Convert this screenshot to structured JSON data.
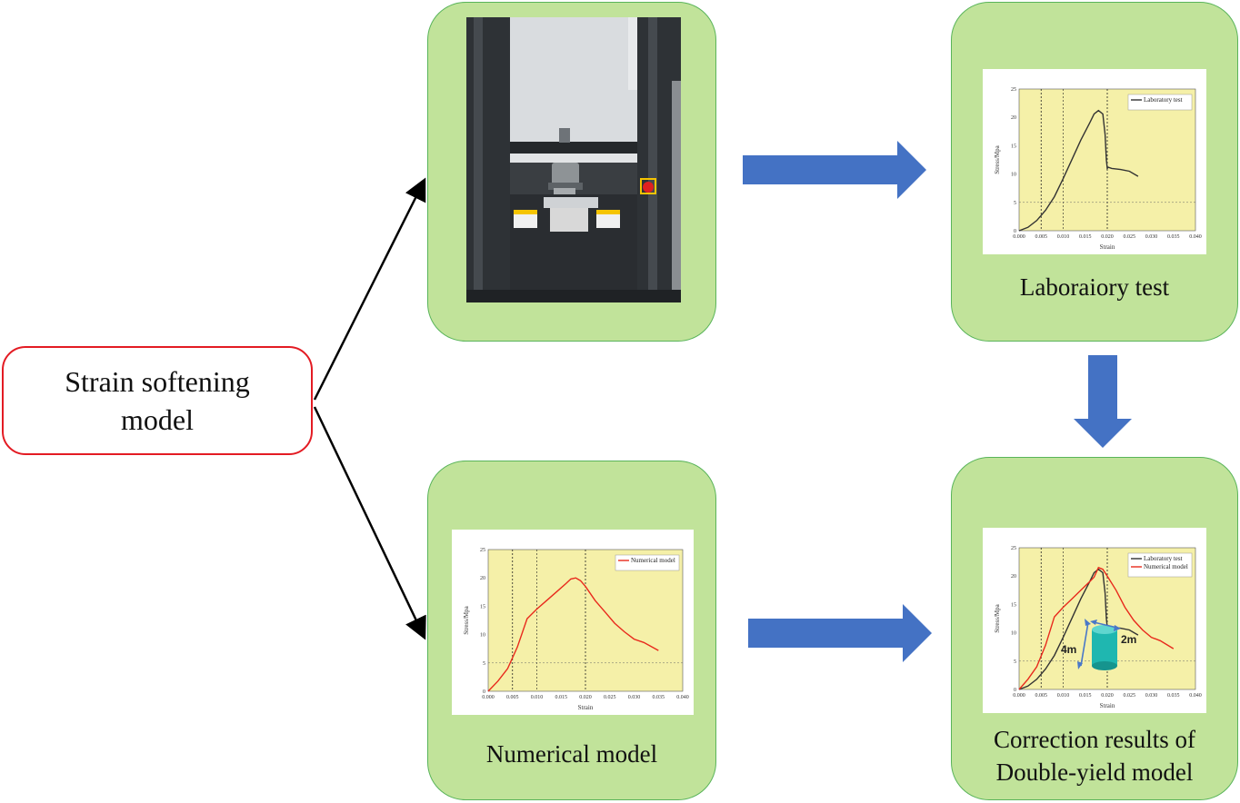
{
  "start_node": {
    "line1": "Strain softening",
    "line2": "model"
  },
  "cards": {
    "lab_test": {
      "label": "Laboraiory test"
    },
    "numerical": {
      "label": "Numerical model"
    },
    "correction": {
      "label_line1": "Correction results of",
      "label_line2": "Double-yield model"
    }
  },
  "colors": {
    "arrow_blue": "#4472c4",
    "card_fill": "#c1e39a",
    "card_border": "#59b45a",
    "start_border": "#e31b23",
    "plot_bg": "#f5f0a8",
    "lab_series": "#333333",
    "num_series": "#e8291c",
    "cylinder": "#1fb7b0",
    "dim_arrow": "#4a78c8"
  },
  "photo": {
    "labels": [
      "warning-label",
      "instruction-plate",
      "warning-label"
    ]
  },
  "chart_data": [
    {
      "type": "line",
      "id": "lab",
      "xlabel": "Strain",
      "ylabel": "Stress/Mpa",
      "xlim": [
        0,
        0.04
      ],
      "ylim": [
        0,
        25
      ],
      "xticks": [
        "0.000",
        "0.005",
        "0.010",
        "0.015",
        "0.020",
        "0.025",
        "0.030",
        "0.035",
        "0.040"
      ],
      "yticks": [
        "0",
        "5",
        "10",
        "15",
        "20",
        "25"
      ],
      "legend_position": "top-right",
      "series": [
        {
          "name": "Laboratory test",
          "color": "#333333",
          "x": [
            0,
            0.002,
            0.004,
            0.006,
            0.008,
            0.01,
            0.012,
            0.014,
            0.016,
            0.017,
            0.018,
            0.019,
            0.0195,
            0.0198,
            0.02,
            0.0202,
            0.021,
            0.023,
            0.025,
            0.027
          ],
          "y": [
            0,
            0.6,
            1.8,
            3.6,
            6.0,
            9.2,
            12.6,
            16.0,
            19.0,
            20.6,
            21.2,
            20.6,
            17.0,
            12.5,
            11.0,
            11.2,
            11.0,
            10.8,
            10.5,
            9.6
          ]
        }
      ]
    },
    {
      "type": "line",
      "id": "num",
      "xlabel": "Strain",
      "ylabel": "Stress/Mpa",
      "xlim": [
        0,
        0.04
      ],
      "ylim": [
        0,
        25
      ],
      "xticks": [
        "0.000",
        "0.005",
        "0.010",
        "0.015",
        "0.020",
        "0.025",
        "0.030",
        "0.035",
        "0.040"
      ],
      "yticks": [
        "0",
        "5",
        "10",
        "15",
        "20",
        "25"
      ],
      "legend_position": "top-right",
      "series": [
        {
          "name": "Numerical model",
          "color": "#e8291c",
          "x": [
            0,
            0.002,
            0.004,
            0.006,
            0.008,
            0.01,
            0.012,
            0.014,
            0.016,
            0.017,
            0.018,
            0.019,
            0.02,
            0.022,
            0.024,
            0.026,
            0.028,
            0.03,
            0.032,
            0.035
          ],
          "y": [
            0,
            1.8,
            4.0,
            7.8,
            12.8,
            14.5,
            16.0,
            17.5,
            19.0,
            19.8,
            20.0,
            19.5,
            18.5,
            16.0,
            14.0,
            12.0,
            10.5,
            9.2,
            8.6,
            7.2
          ]
        }
      ]
    },
    {
      "type": "line",
      "id": "correction",
      "xlabel": "Strain",
      "ylabel": "Stress/Mpa",
      "xlim": [
        0,
        0.04
      ],
      "ylim": [
        0,
        25
      ],
      "xticks": [
        "0.000",
        "0.005",
        "0.010",
        "0.015",
        "0.020",
        "0.025",
        "0.030",
        "0.035",
        "0.040"
      ],
      "yticks": [
        "0",
        "5",
        "10",
        "15",
        "20",
        "25"
      ],
      "legend_position": "top-right",
      "annotations": {
        "height": "4m",
        "diameter": "2m"
      },
      "series": [
        {
          "name": "Laboratory test",
          "color": "#333333",
          "x": [
            0,
            0.002,
            0.004,
            0.006,
            0.008,
            0.01,
            0.012,
            0.014,
            0.016,
            0.017,
            0.018,
            0.019,
            0.0195,
            0.0198,
            0.02,
            0.0202,
            0.021,
            0.023,
            0.025,
            0.027
          ],
          "y": [
            0,
            0.6,
            1.8,
            3.6,
            6.0,
            9.2,
            12.6,
            16.0,
            19.0,
            20.6,
            21.2,
            20.6,
            17.0,
            12.5,
            11.0,
            11.2,
            11.0,
            10.8,
            10.5,
            9.6
          ]
        },
        {
          "name": "Numerical model",
          "color": "#e8291c",
          "x": [
            0,
            0.002,
            0.004,
            0.006,
            0.008,
            0.01,
            0.012,
            0.014,
            0.016,
            0.017,
            0.018,
            0.019,
            0.02,
            0.022,
            0.024,
            0.026,
            0.028,
            0.03,
            0.032,
            0.035
          ],
          "y": [
            0,
            1.8,
            4.0,
            7.8,
            12.8,
            14.5,
            16.0,
            17.5,
            19.0,
            19.8,
            21.5,
            21.2,
            20.0,
            17.5,
            14.5,
            12.2,
            10.5,
            9.2,
            8.6,
            7.2
          ]
        }
      ]
    }
  ]
}
